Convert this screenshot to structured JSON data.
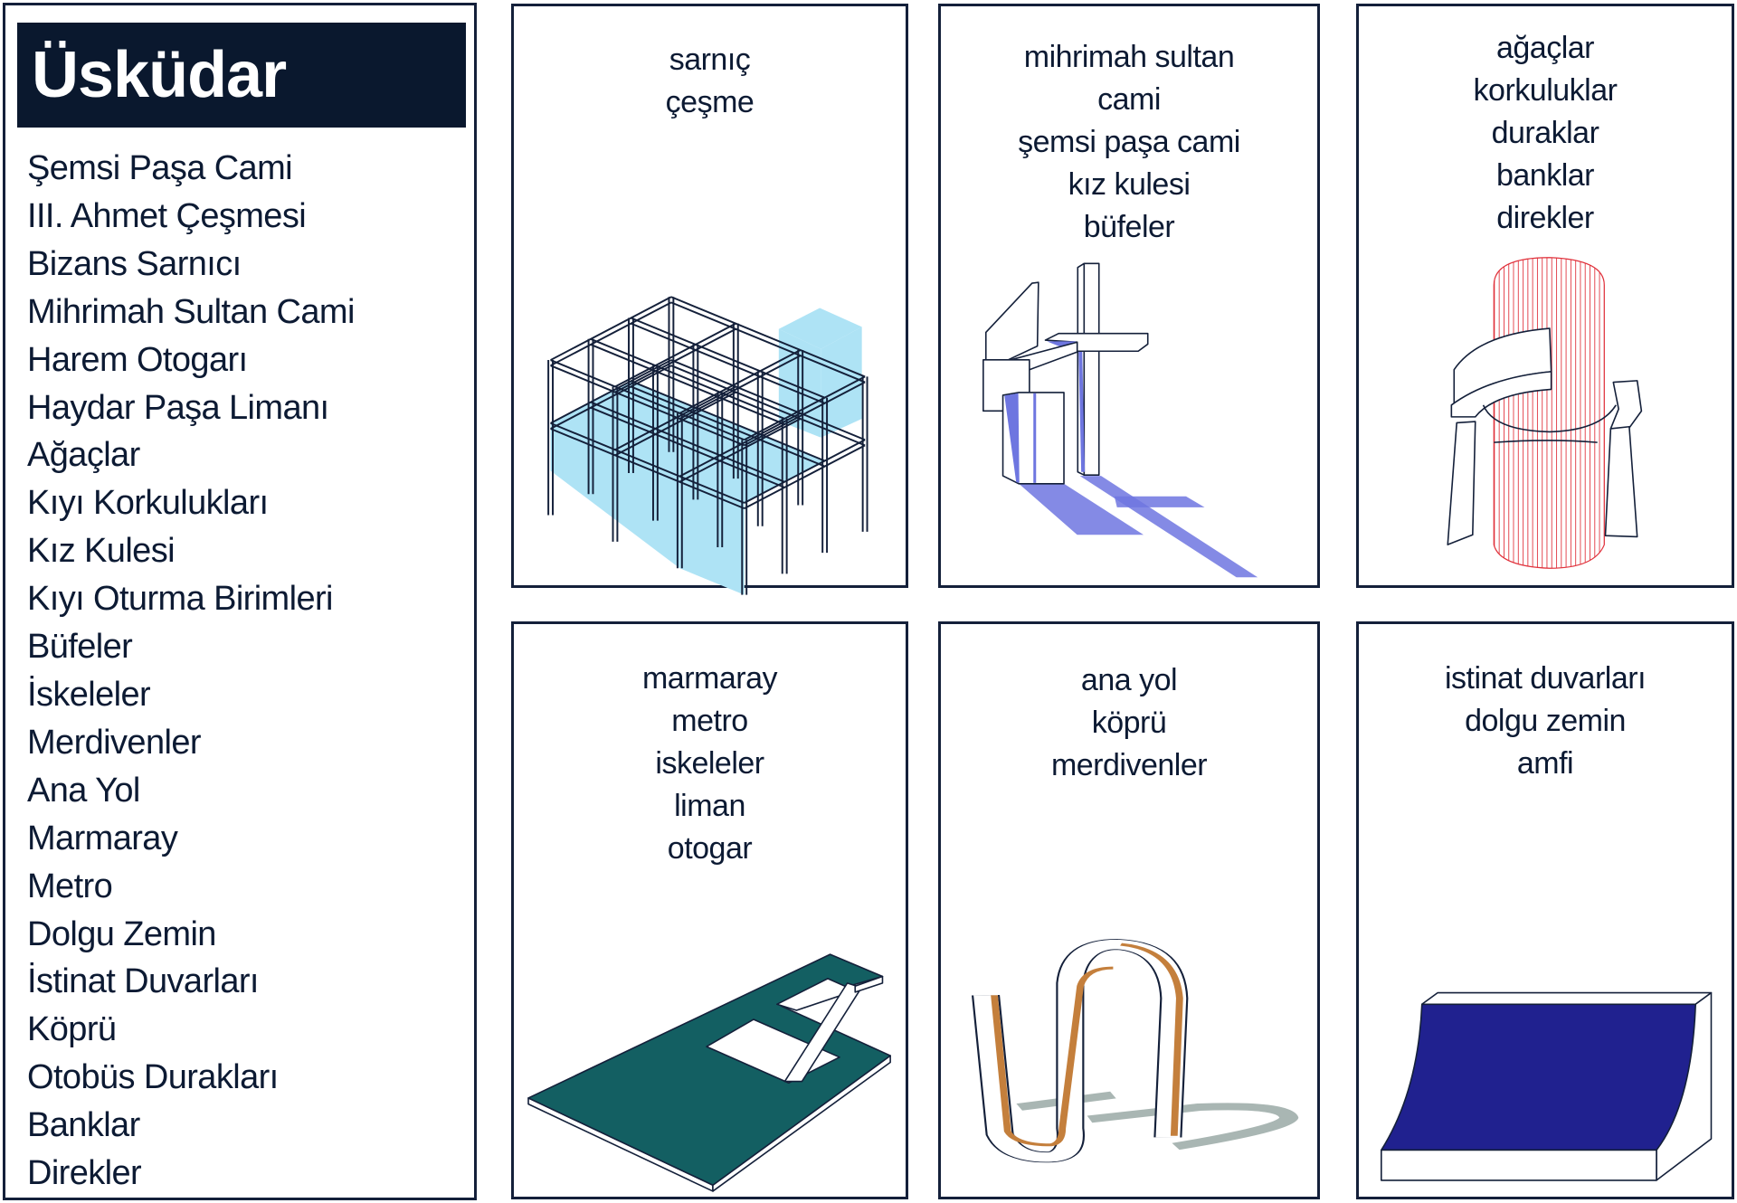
{
  "sidebar": {
    "title": "Üsküdar",
    "items": [
      "Şemsi Paşa Cami",
      "III. Ahmet Çeşmesi",
      "Bizans Sarnıcı",
      "Mihrimah Sultan Cami",
      "Harem Otogarı",
      "Haydar Paşa Limanı",
      "Ağaçlar",
      "Kıyı Korkulukları",
      "Kız Kulesi",
      "Kıyı Oturma Birimleri",
      "Büfeler",
      "İskeleler",
      "Merdivenler",
      "Ana Yol",
      "Marmaray",
      "Metro",
      "Dolgu Zemin",
      "İstinat Duvarları",
      "Köprü",
      "Otobüs Durakları",
      "Banklar",
      "Direkler"
    ]
  },
  "cards": [
    {
      "lines": [
        "sarnıç",
        "çeşme"
      ]
    },
    {
      "lines": [
        "mihrimah sultan",
        "cami",
        "şemsi paşa cami",
        "kız kulesi",
        "büfeler"
      ]
    },
    {
      "lines": [
        "ağaçlar",
        "korkuluklar",
        "duraklar",
        "banklar",
        "direkler"
      ]
    },
    {
      "lines": [
        "marmaray",
        "metro",
        "iskeleler",
        "liman",
        "otogar"
      ]
    },
    {
      "lines": [
        "ana yol",
        "köprü",
        "merdivenler"
      ]
    },
    {
      "lines": [
        "istinat duvarları",
        "dolgu zemin",
        "amfi"
      ]
    }
  ],
  "colors": {
    "navy": "#0a182e",
    "glass": "#aee3f5",
    "shadow_blue": "#6e76e0",
    "hatch_red": "#e0303a",
    "teal": "#135f62",
    "orange": "#c47f3c",
    "deep_blue": "#20218f",
    "grey_shadow": "#a9b6b3"
  }
}
